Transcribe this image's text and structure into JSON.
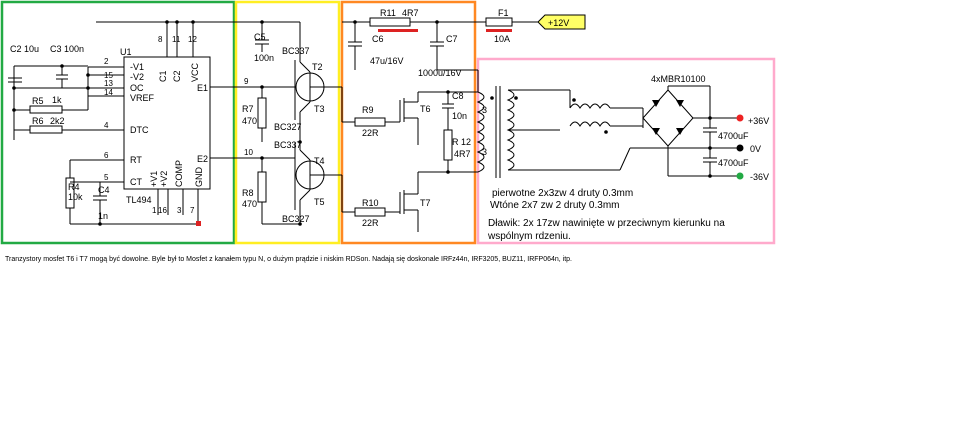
{
  "schematic": {
    "colors": {
      "green_box": "#22aa44",
      "yellow_box": "#ffee22",
      "orange_box": "#ff8822",
      "pink_box": "#ffaacc",
      "highlight_red": "#dd2222",
      "flag_fill": "#ffff66",
      "output_pos": "#ee2222",
      "output_neg": "#22aa44"
    },
    "ic": {
      "name": "U1",
      "part": "TL494",
      "pins_left": [
        "-V1",
        "-V2",
        "OC",
        "VREF",
        "DTC",
        "RT",
        "CT"
      ],
      "pin_numbers_left": [
        "2",
        "15",
        "13",
        "14",
        "4",
        "6",
        "5"
      ],
      "pins_top": [
        "C1",
        "C2",
        "VCC"
      ],
      "pin_numbers_top": [
        "8",
        "11",
        "12"
      ],
      "pins_right": [
        "E1",
        "E2"
      ],
      "pin_numbers_right": [
        "9",
        "10"
      ],
      "pins_bottom": [
        "+V1",
        "+V2",
        "COMP",
        "GND"
      ],
      "pin_numbers_bottom": [
        "1",
        "16",
        "3",
        "7"
      ]
    },
    "components": {
      "c2": "C2 10u",
      "c3": "C3 100n",
      "r5": "R5",
      "r5_value": "1k",
      "r6": "R6",
      "r6_value": "2k2",
      "r4": "R4",
      "r4_value": "10k",
      "c4": "C4",
      "c4_value": "1n",
      "c5": "C5",
      "c5_value": "100n",
      "r7": "R7",
      "r7_value": "470",
      "r8": "R8",
      "r8_value": "470",
      "t2": "T2",
      "t2_part": "BC337",
      "t3": "T3",
      "t3_part": "BC327",
      "t4": "T4",
      "t4_part": "BC337",
      "t5": "T5",
      "t5_part": "BC327",
      "r11": "R11",
      "r11_value": "4R7",
      "c6": "C6",
      "c6_value": "47u/16V",
      "c7": "C7",
      "c7_value": "1000u/16V",
      "f1": "F1",
      "f1_value": "10A",
      "supply": "+12V",
      "r9": "R9",
      "r9_value": "22R",
      "r10": "R10",
      "r10_value": "22R",
      "t6": "T6",
      "t7": "T7",
      "c8": "C8",
      "c8_value": "10n",
      "r12": "R 12",
      "r12_value": "4R7",
      "tr_3a": "3",
      "tr_3b": "3",
      "bridge": "4xMBR10100",
      "cap_out1": "4700uF",
      "cap_out2": "4700uF",
      "out_pos": "+36V",
      "out_zero": "0V",
      "out_neg": "-36V"
    },
    "notes": {
      "primary": "pierwotne 2x3zw  4 druty 0.3mm",
      "secondary": "Wtóne 2x7 zw  2 druty 0.3mm",
      "choke_1": "Dławik: 2x 17zw nawinięte w przeciwnym kierunku na",
      "choke_2": "wspólnym rdzeniu."
    },
    "caption": "Tranzystory mosfet T6 i T7 mogą być dowolne. Byle był to Mosfet z kanałem typu N, o dużym prądzie i niskim RDSon. Nadają się doskonale IRFz44n, IRF3205, BUZ11, IRFP064n, itp."
  }
}
